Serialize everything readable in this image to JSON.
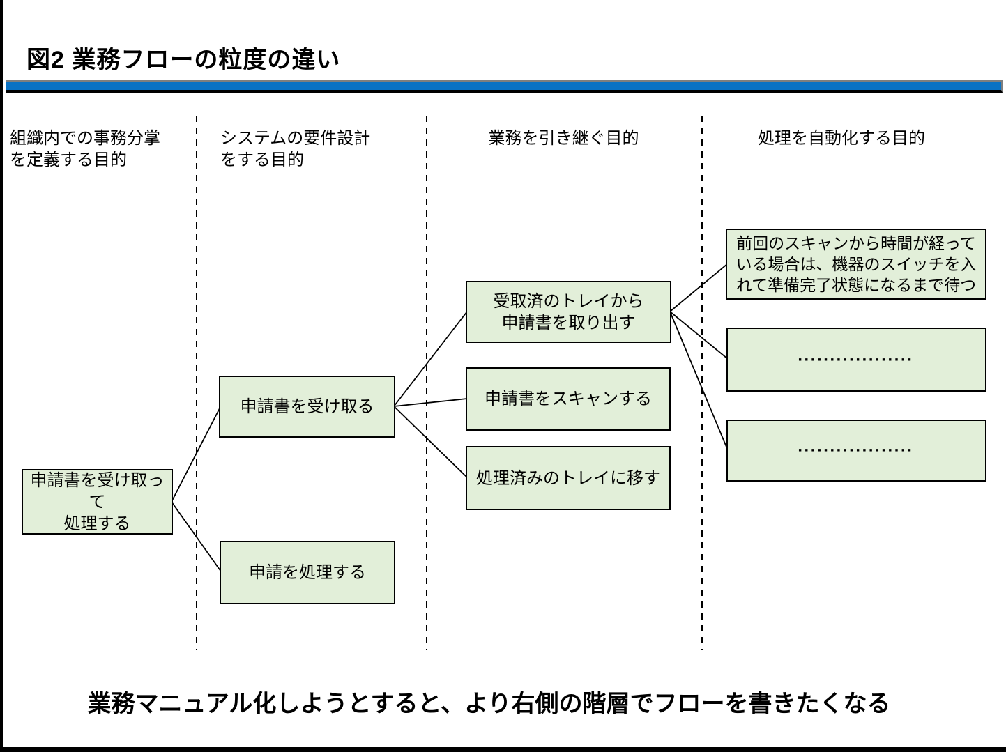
{
  "title": "図2 業務フローの粒度の違い",
  "columns": [
    {
      "label": "組織内での事務分掌\nを定義する目的"
    },
    {
      "label": "システムの要件設計\nをする目的"
    },
    {
      "label": "業務を引き継ぐ目的"
    },
    {
      "label": "処理を自動化する目的"
    }
  ],
  "boxes": [
    {
      "id": "receive-and-process",
      "column": 1,
      "label": "申請書を受け取って\n処理する"
    },
    {
      "id": "receive-application",
      "column": 2,
      "label": "申請書を受け取る"
    },
    {
      "id": "process-application",
      "column": 2,
      "label": "申請を処理する"
    },
    {
      "id": "take-out-from-tray",
      "column": 3,
      "label": "受取済のトレイから\n申請書を取り出す"
    },
    {
      "id": "scan-application",
      "column": 3,
      "label": "申請書をスキャンする"
    },
    {
      "id": "move-to-processed-tray",
      "column": 3,
      "label": "処理済みのトレイに移す"
    },
    {
      "id": "wait-for-device-ready",
      "column": 4,
      "label": "前回のスキャンから時間が経って\nいる場合は、機器のスイッチを入\nれて準備完了状態になるまで待つ"
    },
    {
      "id": "ellipsis-1",
      "column": 4,
      "label": "■■■■■■■■■■■■■■■■■■"
    },
    {
      "id": "ellipsis-2",
      "column": 4,
      "label": "■■■■■■■■■■■■■■■■■■"
    }
  ],
  "edges": [
    {
      "from": "receive-and-process",
      "to": "receive-application"
    },
    {
      "from": "receive-and-process",
      "to": "process-application"
    },
    {
      "from": "receive-application",
      "to": "take-out-from-tray"
    },
    {
      "from": "receive-application",
      "to": "scan-application"
    },
    {
      "from": "receive-application",
      "to": "move-to-processed-tray"
    },
    {
      "from": "take-out-from-tray",
      "to": "wait-for-device-ready"
    },
    {
      "from": "take-out-from-tray",
      "to": "ellipsis-1"
    },
    {
      "from": "take-out-from-tray",
      "to": "ellipsis-2"
    }
  ],
  "caption": "業務マニュアル化しようとすると、より右側の階層でフローを書きたくなる",
  "colors": {
    "box_fill": "#e2efd9",
    "box_border": "#000000",
    "rule_blue": "#0a72c4",
    "rule_gray": "#7f7f7f",
    "text": "#000000"
  }
}
